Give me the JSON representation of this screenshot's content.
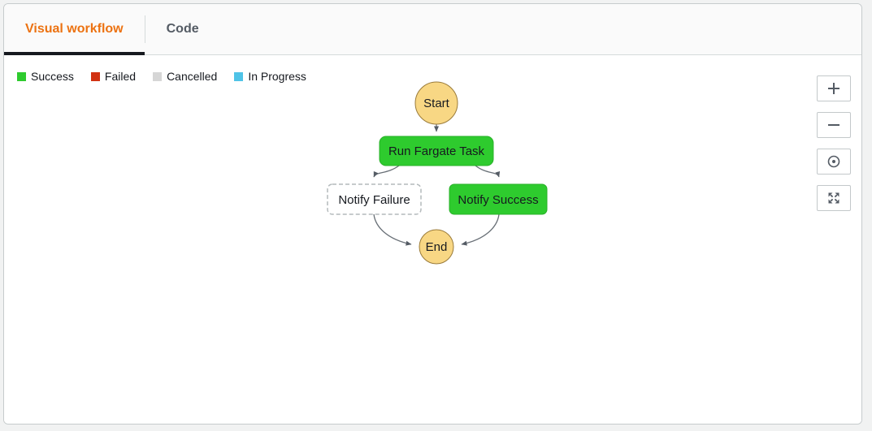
{
  "tabs": [
    {
      "label": "Visual workflow",
      "active": true
    },
    {
      "label": "Code",
      "active": false
    }
  ],
  "legend": {
    "items": [
      {
        "label": "Success",
        "color": "#2ecb2e"
      },
      {
        "label": "Failed",
        "color": "#d13212"
      },
      {
        "label": "Cancelled",
        "color": "#d6d6d6"
      },
      {
        "label": "In Progress",
        "color": "#4fc3e7"
      }
    ]
  },
  "diagram": {
    "type": "workflow-graph",
    "nodes": {
      "start": {
        "label": "Start",
        "shape": "circle",
        "status": "start"
      },
      "run_fargate_task": {
        "label": "Run Fargate Task",
        "shape": "rect",
        "status": "success"
      },
      "notify_failure": {
        "label": "Notify Failure",
        "shape": "rect",
        "status": "not-executed"
      },
      "notify_success": {
        "label": "Notify Success",
        "shape": "rect",
        "status": "success"
      },
      "end": {
        "label": "End",
        "shape": "circle",
        "status": "end"
      }
    },
    "edges": [
      {
        "from": "Start",
        "to": "Run Fargate Task"
      },
      {
        "from": "Run Fargate Task",
        "to": "Notify Failure"
      },
      {
        "from": "Run Fargate Task",
        "to": "Notify Success"
      },
      {
        "from": "Notify Failure",
        "to": "End"
      },
      {
        "from": "Notify Success",
        "to": "End"
      }
    ]
  },
  "controls": [
    {
      "name": "zoom-in",
      "icon": "plus-icon"
    },
    {
      "name": "zoom-out",
      "icon": "minus-icon"
    },
    {
      "name": "center-view",
      "icon": "target-icon"
    },
    {
      "name": "fit-to-view",
      "icon": "expand-icon"
    }
  ],
  "colors": {
    "success": "#2ecb2e",
    "failed": "#d13212",
    "cancelled": "#d6d6d6",
    "in_progress": "#4fc3e7",
    "start_end_fill": "#f8d784",
    "active_tab": "#ec7211"
  }
}
